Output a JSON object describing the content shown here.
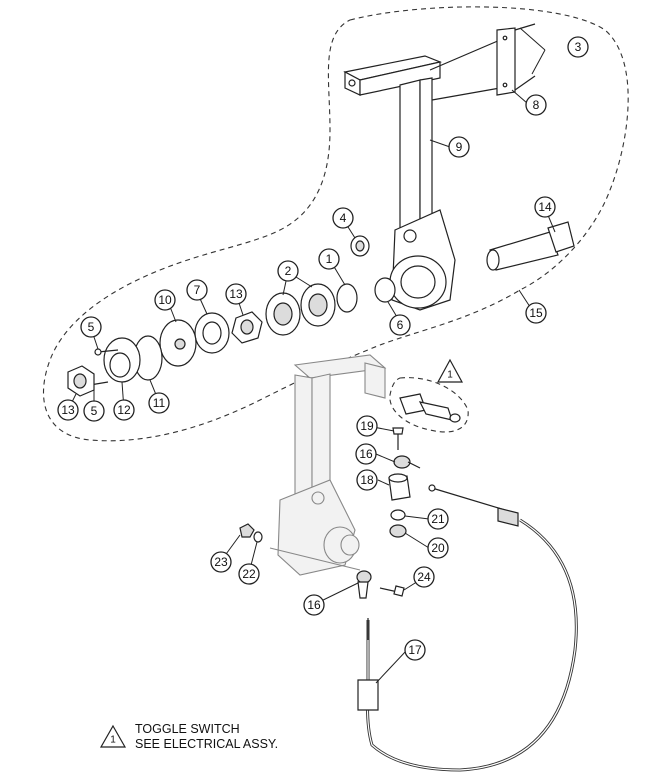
{
  "callouts": [
    {
      "id": "c3",
      "label": "3"
    },
    {
      "id": "c8",
      "label": "8"
    },
    {
      "id": "c9",
      "label": "9"
    },
    {
      "id": "c4",
      "label": "4"
    },
    {
      "id": "c14",
      "label": "14"
    },
    {
      "id": "c2",
      "label": "2"
    },
    {
      "id": "c1",
      "label": "1"
    },
    {
      "id": "c10",
      "label": "10"
    },
    {
      "id": "c7",
      "label": "7"
    },
    {
      "id": "c13a",
      "label": "13"
    },
    {
      "id": "c5a",
      "label": "5"
    },
    {
      "id": "c6",
      "label": "6"
    },
    {
      "id": "c15",
      "label": "15"
    },
    {
      "id": "c13b",
      "label": "13"
    },
    {
      "id": "c5b",
      "label": "5"
    },
    {
      "id": "c12",
      "label": "12"
    },
    {
      "id": "c11",
      "label": "11"
    },
    {
      "id": "c19",
      "label": "19"
    },
    {
      "id": "c16a",
      "label": "16"
    },
    {
      "id": "c18",
      "label": "18"
    },
    {
      "id": "c21",
      "label": "21"
    },
    {
      "id": "c20",
      "label": "20"
    },
    {
      "id": "c23",
      "label": "23"
    },
    {
      "id": "c22",
      "label": "22"
    },
    {
      "id": "c24",
      "label": "24"
    },
    {
      "id": "c16b",
      "label": "16"
    },
    {
      "id": "c17",
      "label": "17"
    }
  ],
  "warning": {
    "label": "1"
  },
  "note": {
    "symbol": "1",
    "line1": "TOGGLE SWITCH",
    "line2": "SEE ELECTRICAL ASSY."
  }
}
